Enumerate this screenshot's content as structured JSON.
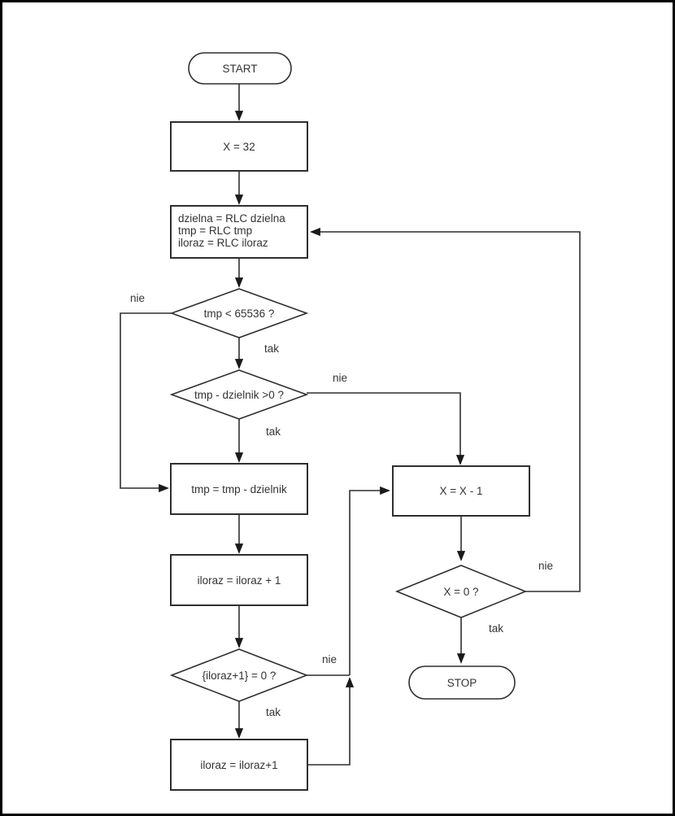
{
  "colors": {
    "frame": "#000000",
    "background": "#ffffff",
    "line": "#2f2f2f",
    "text": "#333333"
  },
  "flowchart": {
    "start": "START",
    "init_box": "X = 32",
    "rlc_box": {
      "line1": "dzielna = RLC dzielna",
      "line2": "tmp = RLC tmp",
      "line3": "iloraz = RLC iloraz"
    },
    "decision_tmp_65536": "tmp < 65536 ?",
    "decision_tmp_dzielnik": "tmp - dzielnik >0 ?",
    "tmp_sub_box": "tmp = tmp - dzielnik",
    "iloraz_inc_box": "iloraz = iloraz + 1",
    "decision_iloraz": "{iloraz+1} = 0 ?",
    "iloraz_inc2_box": "iloraz = iloraz+1",
    "x_dec_box": "X = X - 1",
    "decision_x_zero": "X = 0 ?",
    "stop": "STOP",
    "edge_labels": {
      "tmp_65536_no": "nie",
      "tmp_65536_yes": "tak",
      "tmp_dzielnik_no": "nie",
      "tmp_dzielnik_yes": "tak",
      "iloraz_no": "nie",
      "iloraz_yes": "tak",
      "x_zero_no": "nie",
      "x_zero_yes": "tak"
    }
  }
}
